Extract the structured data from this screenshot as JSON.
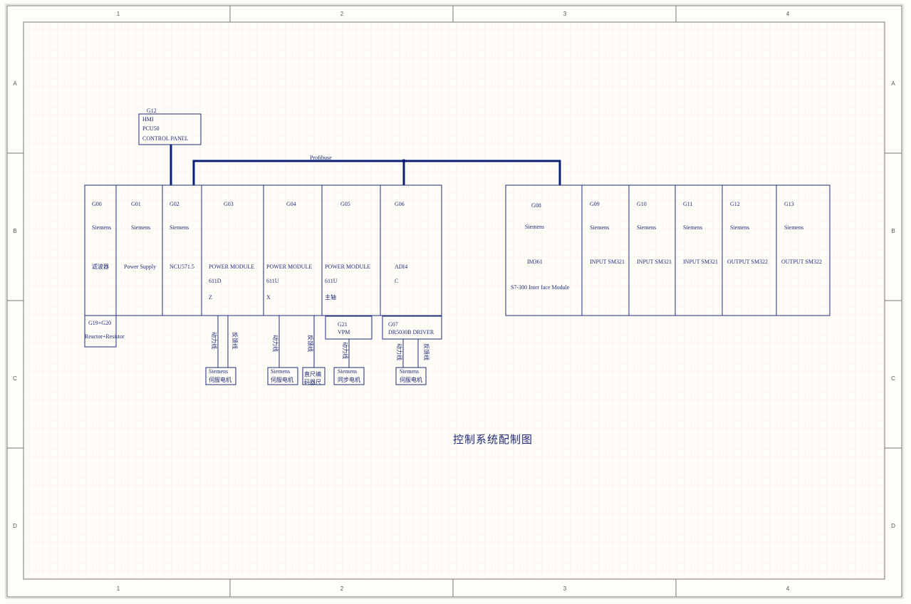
{
  "sheet": {
    "col_labels": [
      "1",
      "2",
      "3",
      "4"
    ],
    "row_labels": [
      "A",
      "B",
      "C",
      "D"
    ]
  },
  "bus_label": "Profibuse",
  "drawing_title": "控制系统配制图",
  "hmi": {
    "id": "G12",
    "lines": [
      "HMI",
      "PCU50",
      "CONTROL PANEL"
    ]
  },
  "left_rack": [
    {
      "id": "G00",
      "maker": "Siemens",
      "desc": "滤波器",
      "desc2": "",
      "desc3": ""
    },
    {
      "id": "G01",
      "maker": "Siemens",
      "desc": "Power Supply",
      "desc2": "",
      "desc3": ""
    },
    {
      "id": "G02",
      "maker": "Siemens",
      "desc": "NCU571.5",
      "desc2": "",
      "desc3": ""
    },
    {
      "id": "G03",
      "maker": "",
      "desc": "POWER MODULE",
      "desc2": "611D",
      "desc3": "Z"
    },
    {
      "id": "G04",
      "maker": "",
      "desc": "POWER MODULE",
      "desc2": "611U",
      "desc3": "X"
    },
    {
      "id": "G05",
      "maker": "",
      "desc": "POWER MODULE",
      "desc2": "611U",
      "desc3": "主轴"
    },
    {
      "id": "G06",
      "maker": "",
      "desc": "ADI4",
      "desc2": "C",
      "desc3": ""
    }
  ],
  "right_rack": [
    {
      "id": "G08",
      "maker": "Siemens",
      "desc": "IM361",
      "desc2": "S7-300 Inter face Module"
    },
    {
      "id": "G09",
      "maker": "Siemens",
      "desc": "INPUT SM321",
      "desc2": ""
    },
    {
      "id": "G10",
      "maker": "Siemens",
      "desc": "INPUT SM321",
      "desc2": ""
    },
    {
      "id": "G11",
      "maker": "Siemens",
      "desc": "INPUT SM321",
      "desc2": ""
    },
    {
      "id": "G12",
      "maker": "Siemens",
      "desc": "OUTPUT SM322",
      "desc2": ""
    },
    {
      "id": "G13",
      "maker": "Siemens",
      "desc": "OUTPUT SM322",
      "desc2": ""
    }
  ],
  "aux": {
    "reactor": {
      "id": "G19+G20",
      "label": "Reactor+Resistor"
    },
    "vpm": {
      "id": "G21",
      "label": "VPM"
    },
    "driver": {
      "id": "G07",
      "label": "DR5030B DRIVER"
    }
  },
  "wires": {
    "power": "动力线",
    "feedback": "反馈线"
  },
  "motors": [
    {
      "maker": "Siemens",
      "type": "伺服电机"
    },
    {
      "maker": "Siemens",
      "type": "伺服电机"
    },
    {
      "maker": "",
      "type": "直尺编",
      "type2": "码器尺"
    },
    {
      "maker": "Siemens",
      "type": "同步电机"
    },
    {
      "maker": "Siemens",
      "type": "伺服电机"
    }
  ]
}
